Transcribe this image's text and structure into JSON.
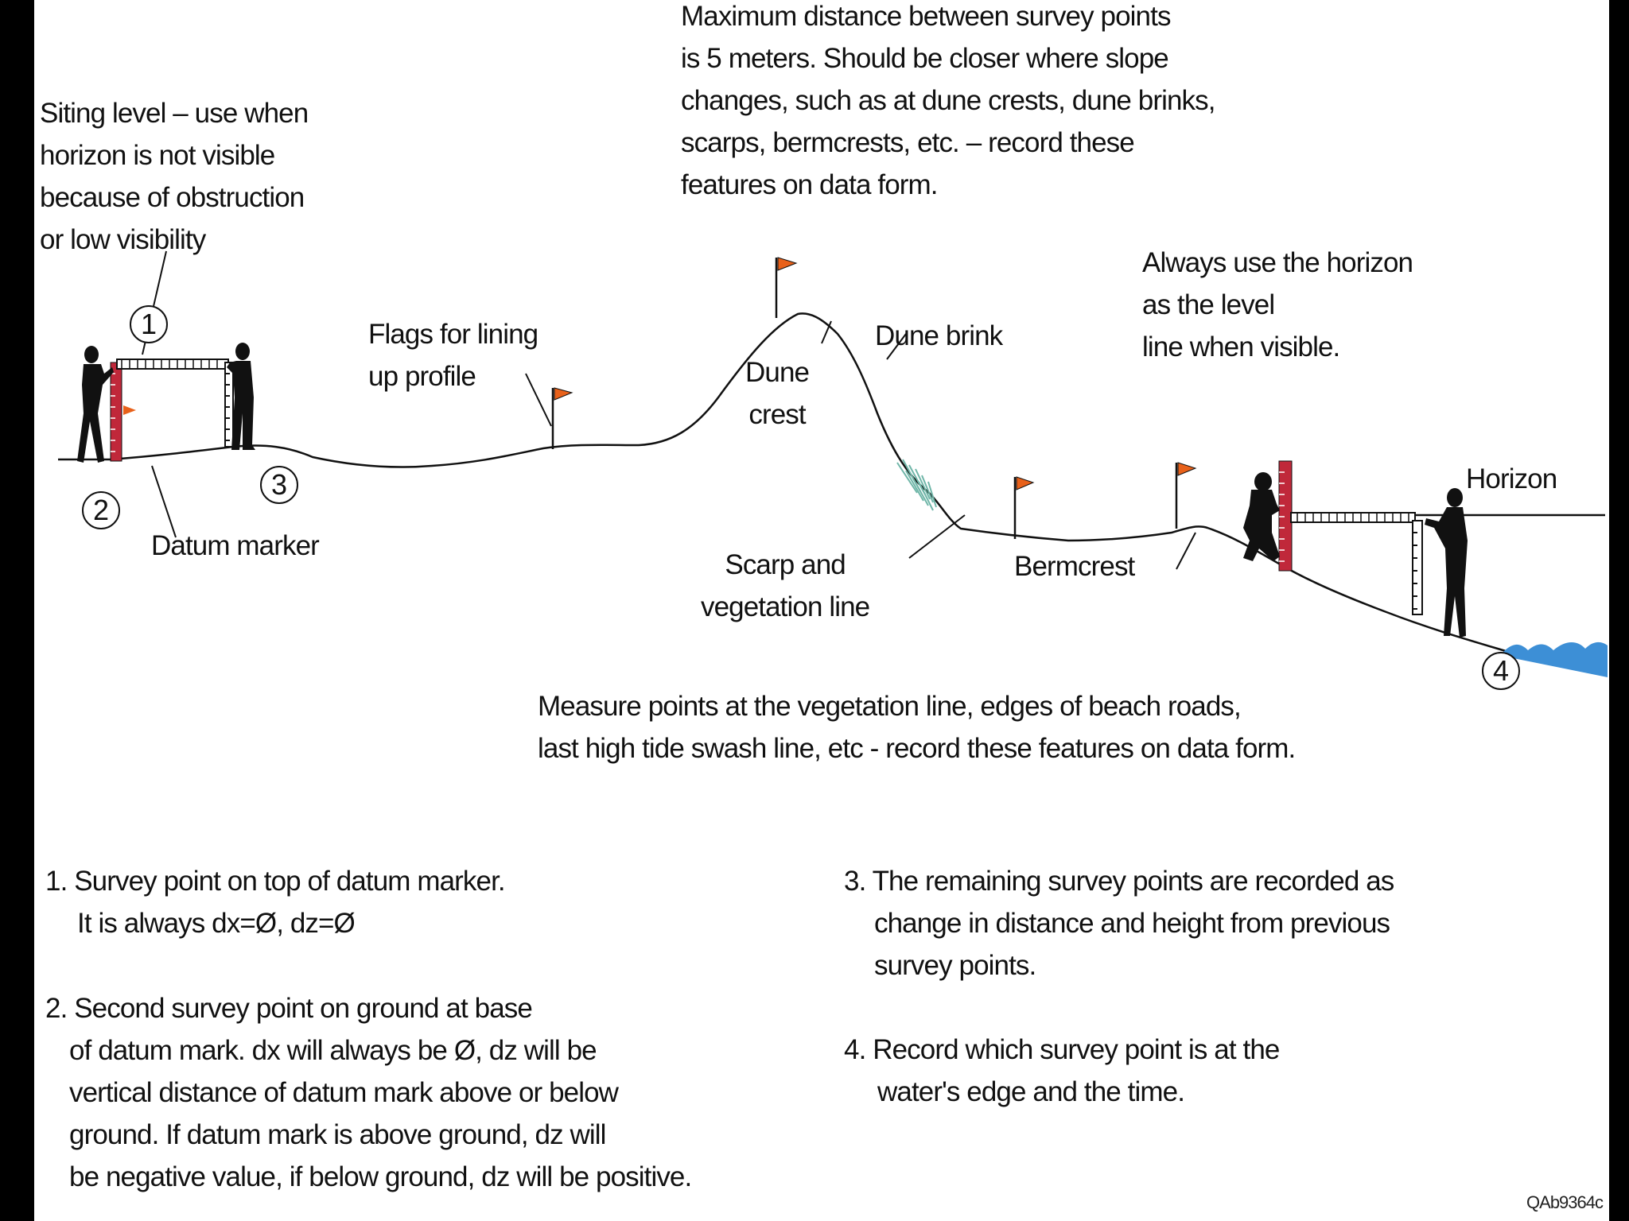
{
  "annotations": {
    "siting_level": [
      "Siting level – use when",
      "horizon is not visible",
      "because of obstruction",
      "or low visibility"
    ],
    "max_distance": [
      "Maximum distance between survey points",
      "is 5 meters. Should be closer where slope",
      "changes, such as at dune crests, dune brinks,",
      "scarps, bermcrests, etc. – record these",
      "features on data form."
    ],
    "always_horizon": [
      "Always use the horizon",
      "as the level",
      "line when visible."
    ],
    "flags": [
      "Flags for lining",
      "up profile"
    ],
    "dune_crest": [
      "Dune",
      "crest"
    ],
    "dune_brink": "Dune brink",
    "datum_marker": "Datum marker",
    "horizon": "Horizon",
    "scarp": [
      "Scarp and",
      "vegetation line"
    ],
    "bermcrest": "Bermcrest",
    "measure_points": [
      "Measure points at the vegetation line, edges of beach roads,",
      "last high tide swash line, etc - record these features on data form."
    ]
  },
  "markers": [
    "1",
    "2",
    "3",
    "4"
  ],
  "notes": {
    "note1": [
      "1. Survey point on top of datum marker.",
      "It is always dx=Ø, dz=Ø"
    ],
    "note2": [
      "2. Second survey point on ground at base",
      "of datum mark. dx will always be Ø, dz will be",
      "vertical distance of datum mark above or below",
      "ground. If datum mark is above ground, dz will",
      "be negative value, if below ground, dz will be positive."
    ],
    "note3": [
      "3. The remaining survey points are recorded as",
      "change in distance and height from previous",
      "survey points."
    ],
    "note4": [
      "4. Record which survey point is at the",
      "water's edge and the time."
    ]
  },
  "figure_ref": "QAb9364c",
  "colors": {
    "flag": "#e8611a",
    "rod": "#c0283a",
    "water": "#3d8fd6",
    "vegetation": "#6fb6a8",
    "ink": "#111111"
  }
}
